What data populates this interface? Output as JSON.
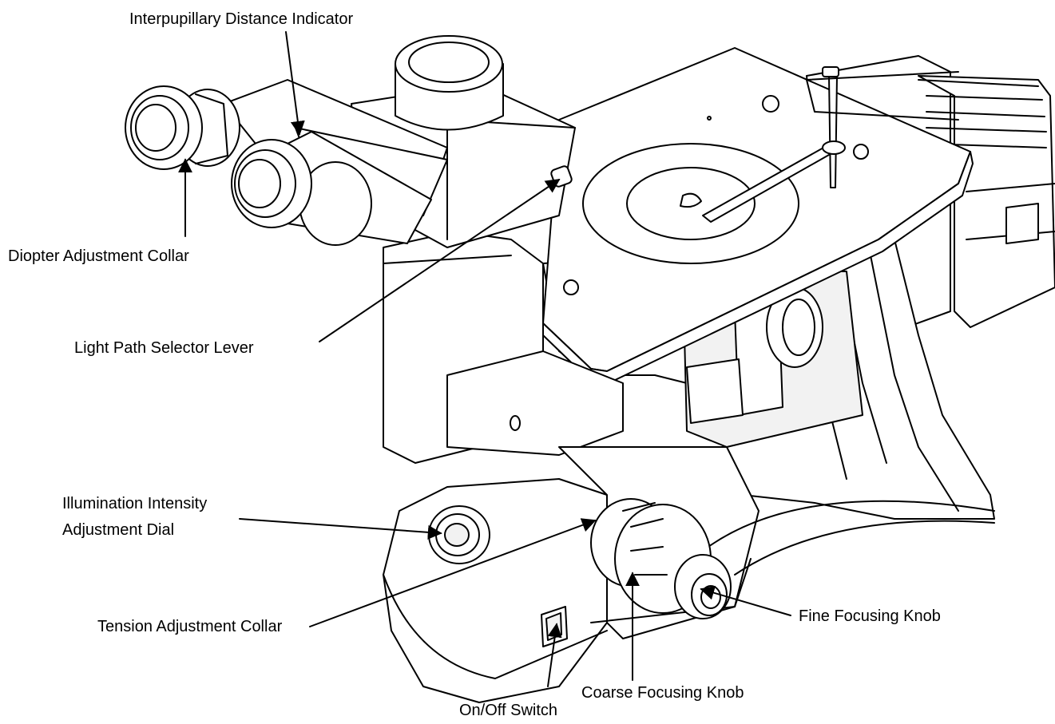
{
  "diagram": {
    "labels": {
      "interpupillary": "Interpupillary Distance Indicator",
      "diopter": "Diopter Adjustment Collar",
      "light_path": "Light Path Selector Lever",
      "illumination_1": "Illumination Intensity",
      "illumination_2": "Adjustment Dial",
      "tension": "Tension Adjustment Collar",
      "fine_focus": "Fine Focusing Knob",
      "coarse_focus": "Coarse Focusing Knob",
      "on_off": "On/Off Switch"
    },
    "colors": {
      "ink": "#000000",
      "body": "#ffffff",
      "shade": "#f2f2f2"
    }
  }
}
